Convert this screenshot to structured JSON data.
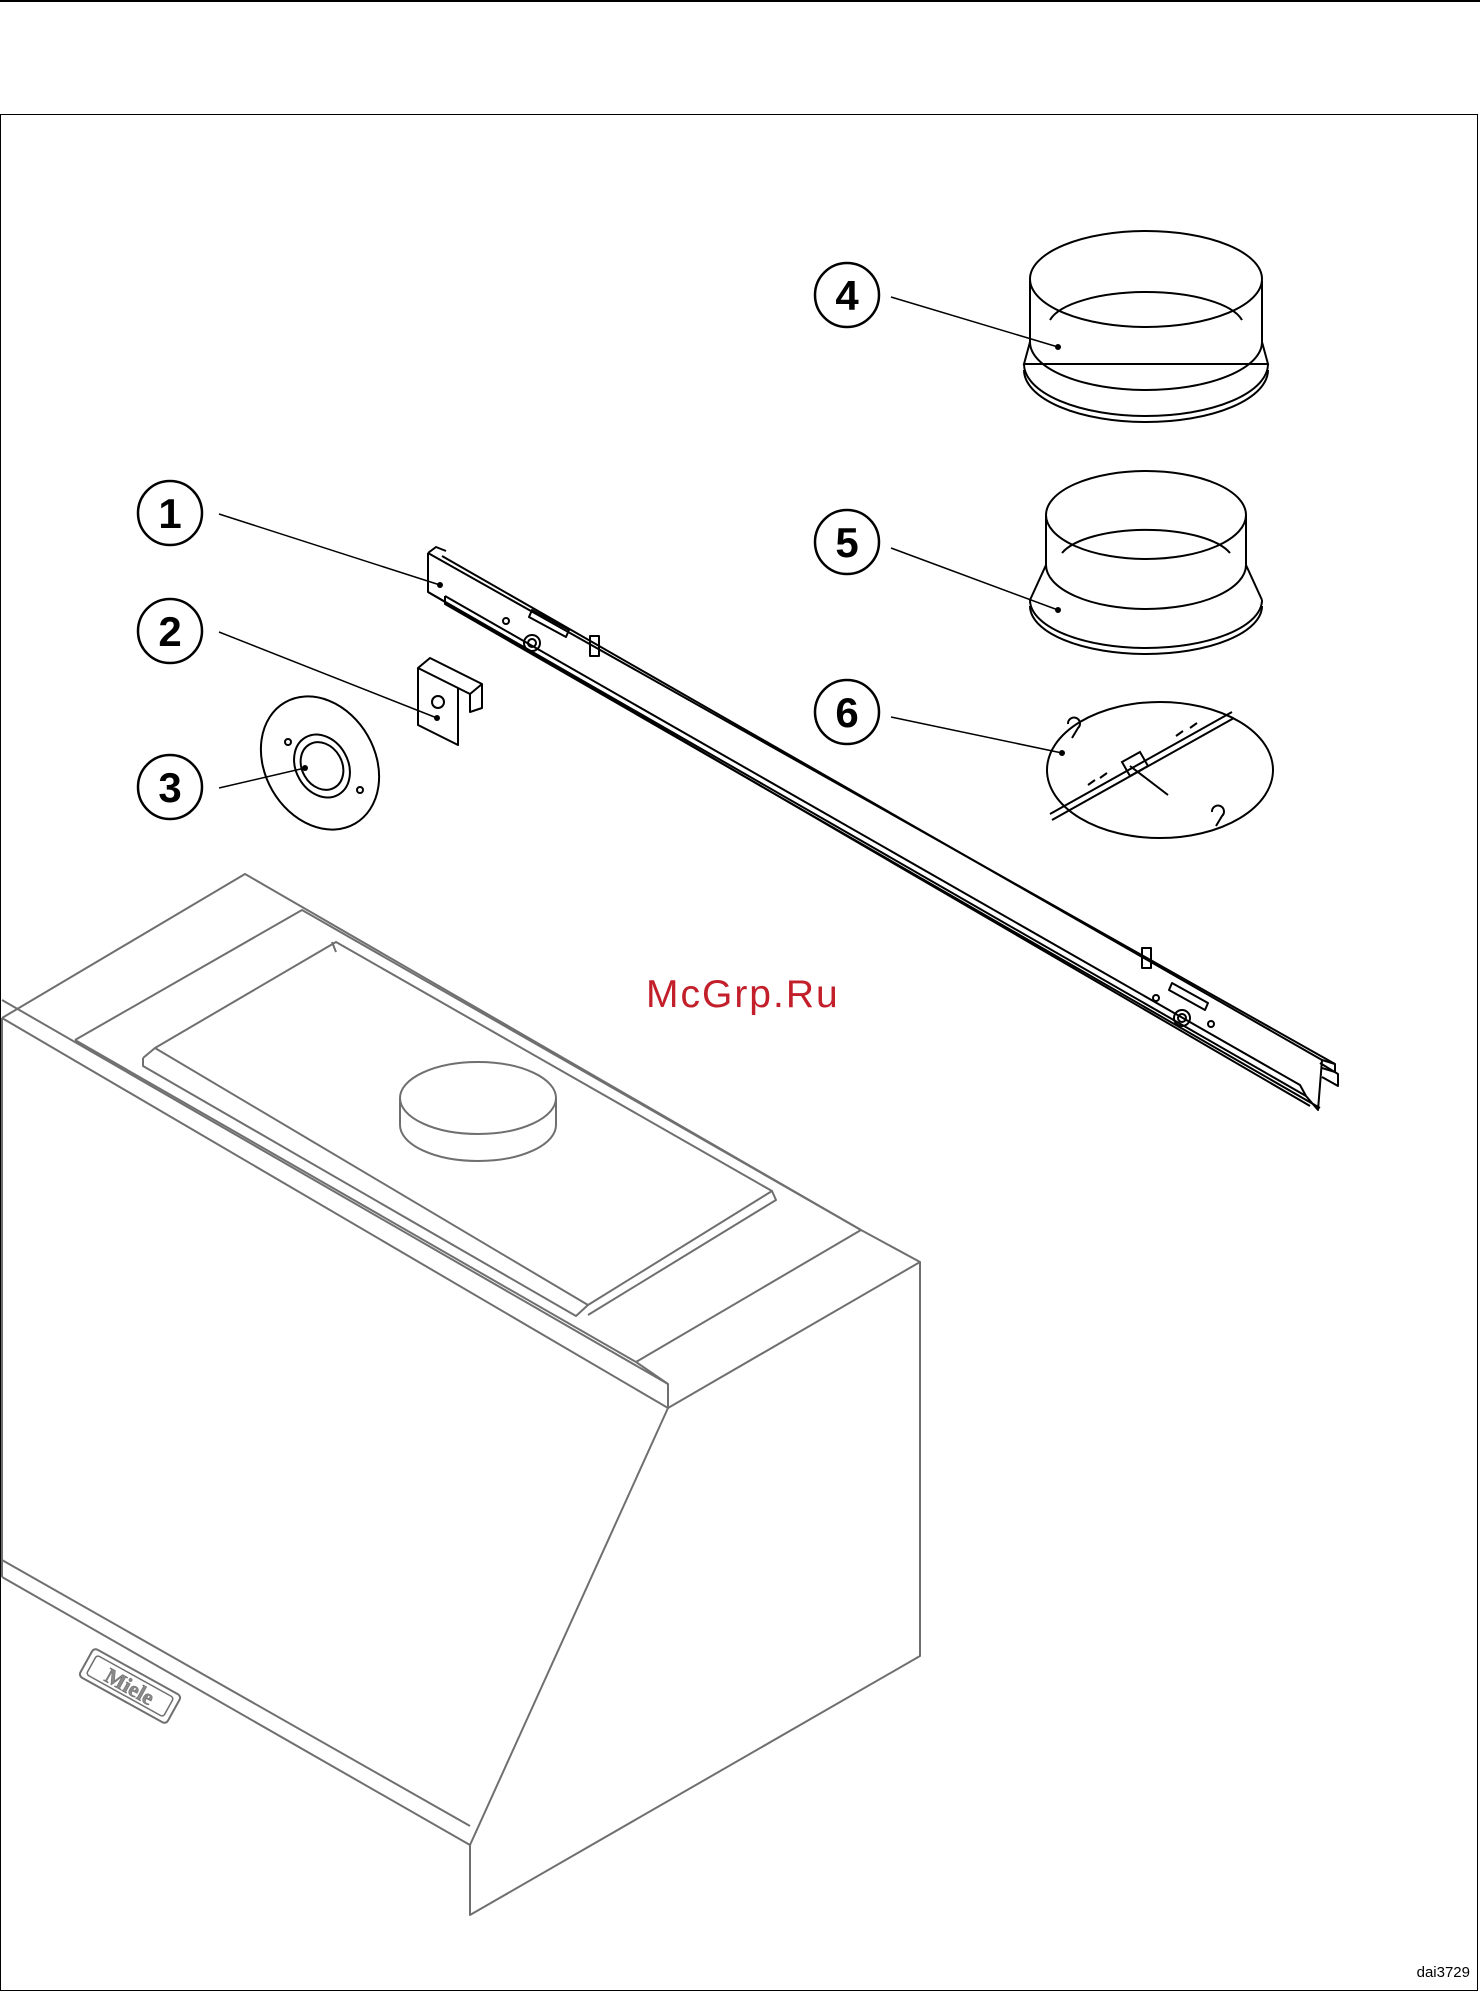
{
  "callouts": [
    {
      "id": "callout-1",
      "label": "1"
    },
    {
      "id": "callout-2",
      "label": "2"
    },
    {
      "id": "callout-3",
      "label": "3"
    },
    {
      "id": "callout-4",
      "label": "4"
    },
    {
      "id": "callout-5",
      "label": "5"
    },
    {
      "id": "callout-6",
      "label": "6"
    }
  ],
  "brand_logo_text": "Miele",
  "watermark": "McGrp.Ru",
  "figure_code": "dai3729",
  "colors": {
    "line": "#000000",
    "hood_line": "#6f6f6f",
    "watermark": "#c21f2a"
  }
}
